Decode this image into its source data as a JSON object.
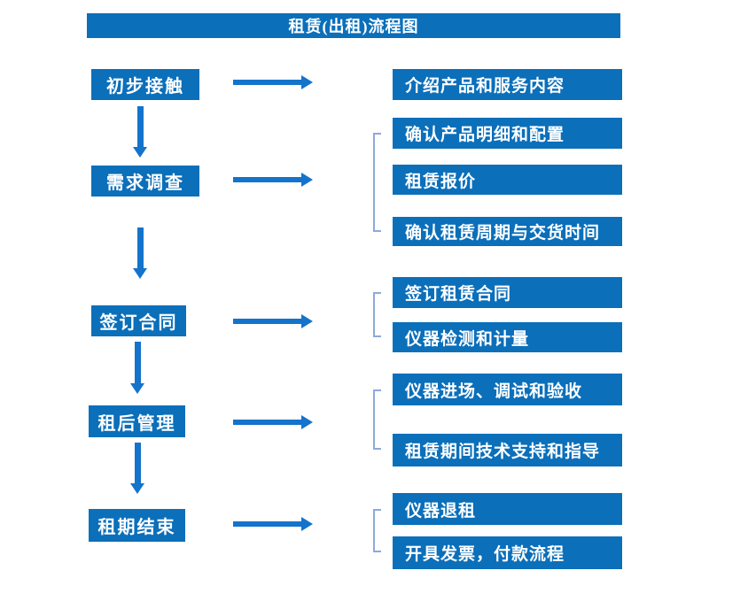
{
  "title": "租赁(出租)流程图",
  "colors": {
    "box_blue": "#0b6fba",
    "arrow_blue": "#1473cb",
    "bracket_blue": "#8ea9db",
    "text_white": "#ffffff",
    "background": "#ffffff"
  },
  "groups": [
    {
      "step": "初步接触",
      "details": [
        "介绍产品和服务内容"
      ]
    },
    {
      "step": "需求调查",
      "details": [
        "确认产品明细和配置",
        "租赁报价",
        "确认租赁周期与交货时间"
      ]
    },
    {
      "step": "签订合同",
      "details": [
        "签订租赁合同",
        "仪器检测和计量"
      ]
    },
    {
      "step": "租后管理",
      "details": [
        "仪器进场、调试和验收",
        "租赁期间技术支持和指导"
      ]
    },
    {
      "step": "租期结束",
      "details": [
        "仪器退租",
        "开具发票，付款流程"
      ]
    }
  ]
}
